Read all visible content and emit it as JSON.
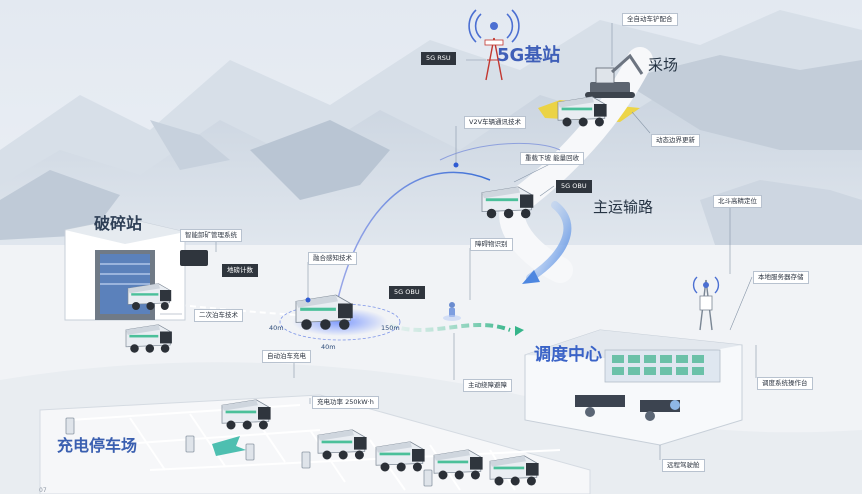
{
  "regions": {
    "base_station": "5G基站",
    "quarry": "采场",
    "main_road": "主运输路",
    "crusher": "破碎站",
    "dispatch_center": "调度中心",
    "charging_yard": "充电停车场"
  },
  "tags": {
    "auto_excavator": "全自动车铲配合",
    "rsu": "5G RSU",
    "v2v": "V2V车辆通讯技术",
    "dynamic_boundary": "动态边界更新",
    "energy_recovery": "重载下坡 能量回收",
    "obu_top": "5G OBU",
    "beidou": "北斗高精定位",
    "local_server": "本地服务器存储",
    "smart_unload": "智能卸矿管理系统",
    "ground_device": "地磅计数",
    "fusion_sensing": "融合感知技术",
    "obstacle_recognition": "障碍物识别",
    "obu_mid": "5G OBU",
    "secondary_parking": "二次泊车技术",
    "auto_charging": "自动泊车充电",
    "active_avoidance": "主动绕障避障",
    "charging_power": "充电功率 250kW·h",
    "dispatch_console": "调度系统操作台",
    "remote_driving": "远程驾驶舱"
  },
  "range_labels": {
    "left": "40m",
    "bottom": "40m",
    "right": "150m"
  },
  "page_number": "07",
  "colors": {
    "accent_blue": "#3b6fd6",
    "region_text": "#263444",
    "center_text": "#3a63c7",
    "sky": "#e8eef5",
    "yellow_zone": "#f2d21e",
    "device_red": "#c2362f"
  }
}
